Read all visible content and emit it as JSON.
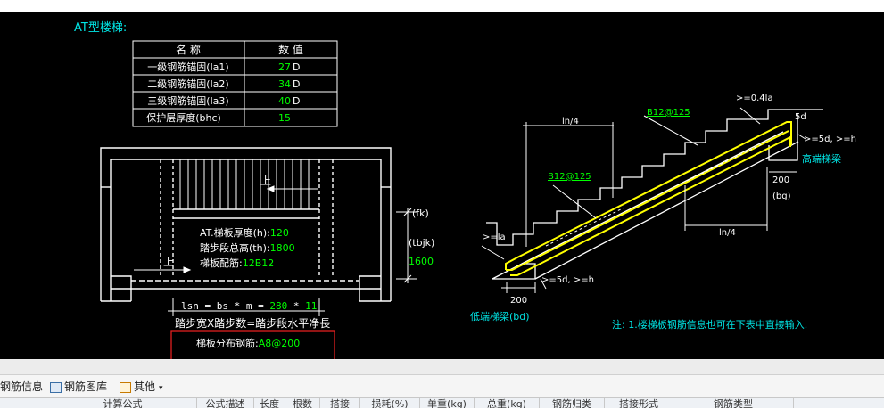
{
  "drawing": {
    "title": "AT型楼梯:",
    "table": {
      "headers": [
        "名 称",
        "数 值"
      ],
      "rows": [
        {
          "label": "一级钢筋锚固(la1)",
          "value": "27",
          "unit": "D"
        },
        {
          "label": "二级钢筋锚固(la2)",
          "value": "34",
          "unit": "D"
        },
        {
          "label": "三级钢筋锚固(la3)",
          "value": "40",
          "unit": "D"
        },
        {
          "label": "保护层厚度(bhc)",
          "value": "15",
          "unit": ""
        }
      ]
    },
    "plan": {
      "up_label_1": "上",
      "up_label_2": "上",
      "thickness_label": "AT.梯板厚度(h):",
      "thickness_value": "120",
      "height_label": "踏步段总高(th):",
      "height_value": "1800",
      "rebar_label": "梯板配筋:",
      "rebar_value": "12B12",
      "fk": "(fk)",
      "tbjk": "(tbjk)",
      "width_value": "1600",
      "formula_prefix": "lsn = bs * m = ",
      "formula_bs": "280",
      "formula_star": " * ",
      "formula_m": "11",
      "formula_caption": "踏步宽X踏步数=踏步段水平净長",
      "distribution_label": "梯板分布钢筋:",
      "distribution_value": "A8@200"
    },
    "section": {
      "ln4_top": "ln/4",
      "ln4_bottom": "ln/4",
      "rebar_top": "B12@125",
      "rebar_mid": "B12@125",
      "la_top": ">=0.4la",
      "d5_top": "5d",
      "d5h_right": ">=5d, >=h",
      "high_beam": "高端梯梁",
      "dim_200_right": "200",
      "bg": "(bg)",
      "la_left": ">=la",
      "d5h_left": ">=5d, >=h",
      "dim_200_left": "200",
      "low_beam": "低端梯梁(bd)",
      "note": "注: 1.楼梯板钢筋信息也可在下表中直接输入."
    },
    "colors": {
      "white": "#ffffff",
      "green": "#00ff00",
      "cyan": "#00e5e5",
      "yellow": "#ffff00",
      "red": "#e02020"
    }
  },
  "toolbar": {
    "items": [
      "钢筋信息",
      "钢筋图库",
      "其他"
    ]
  },
  "grid": {
    "headers": [
      "计算公式",
      "公式描述",
      "长度",
      "根数",
      "搭接",
      "损耗(%)",
      "单重(kg)",
      "总重(kg)",
      "钢筋归类",
      "搭接形式",
      "钢筋类型"
    ]
  }
}
